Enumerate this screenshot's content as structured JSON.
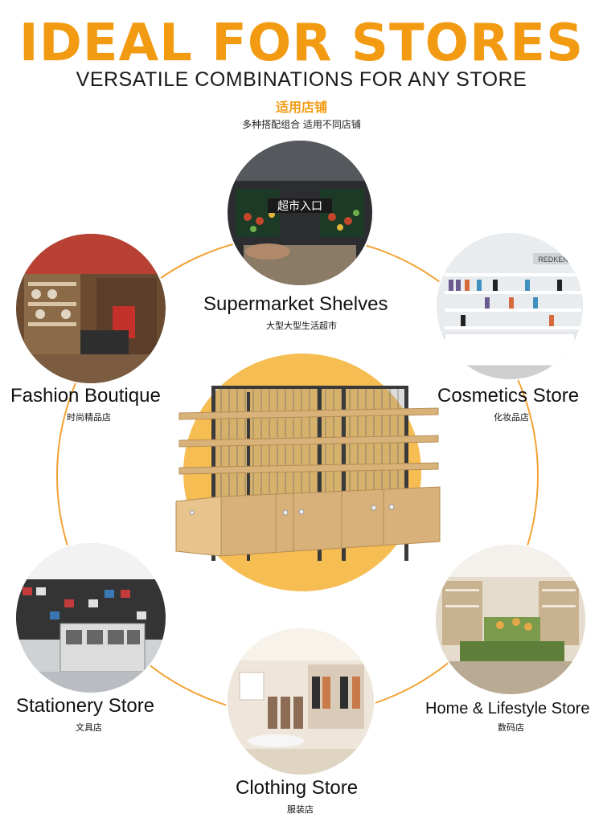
{
  "header": {
    "title": "IDEAL FOR STORES",
    "subtitle": "VERSATILE COMBINATIONS FOR ANY STORE",
    "cn_title": "适用店铺",
    "cn_subtitle": "多种搭配组合  适用不同店铺"
  },
  "stores": [
    {
      "name": "Supermarket Shelves",
      "cn": "大型大型生活超市",
      "photo_sign": "超市入口"
    },
    {
      "name": "Fashion Boutique",
      "cn": "时尚精品店"
    },
    {
      "name": "Cosmetics Store",
      "cn": "化妆品店",
      "photo_sign": "REDKEN"
    },
    {
      "name": "Stationery Store",
      "cn": "文具店"
    },
    {
      "name": "Home & Lifestyle Store",
      "cn": "数码店"
    },
    {
      "name": "Clothing Store",
      "cn": "服装店"
    }
  ],
  "colors": {
    "accent": "#f29b12",
    "ring": "#f3a233",
    "center_disc": "#f6bd52",
    "wood": "#d9b27a",
    "metal": "#3a3a3a"
  },
  "icons": {
    "product": "shelf-unit-image"
  }
}
